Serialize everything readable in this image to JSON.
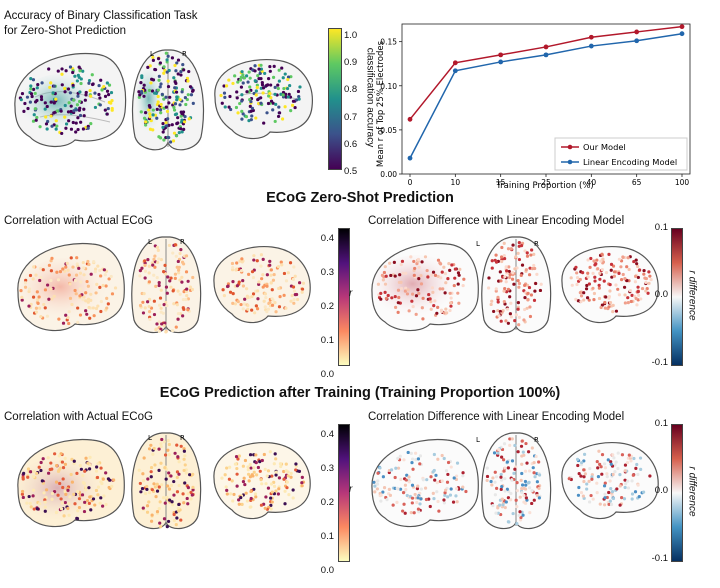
{
  "top": {
    "title_line1": "Accuracy of Binary Classification Task",
    "title_line2": "for Zero-Shot Prediction",
    "colorbar": {
      "label": "classification accuracy",
      "ticks": [
        "1.0",
        "0.9",
        "0.8",
        "0.7",
        "0.6",
        "0.5"
      ],
      "colors": [
        "#fde725",
        "#5ec962",
        "#21918c",
        "#3b528b",
        "#440154"
      ]
    },
    "hemisphere_left": "L",
    "hemisphere_right": "R"
  },
  "section1": {
    "heading": "ECoG Zero-Shot Prediction",
    "left_title": "Correlation with Actual ECoG",
    "right_title": "Correlation Difference with Linear Encoding Model",
    "r_label": "r",
    "r_ticks": [
      "0.4",
      "0.3",
      "0.2",
      "0.1",
      "0.0"
    ],
    "diff_label": "r difference",
    "diff_ticks": [
      "0.1",
      "0.0",
      "-0.1"
    ],
    "hemisphere_left": "L",
    "hemisphere_right": "R"
  },
  "section2": {
    "heading": "ECoG Prediction after Training (Training Proportion 100%)",
    "left_title": "Correlation with Actual ECoG",
    "right_title": "Correlation Difference with Linear Encoding Model",
    "r_label": "r",
    "r_ticks": [
      "0.4",
      "0.3",
      "0.2",
      "0.1",
      "0.0"
    ],
    "diff_label": "r difference",
    "diff_ticks": [
      "0.1",
      "0.0",
      "-0.1"
    ],
    "hemisphere_left": "L",
    "hemisphere_right": "R"
  },
  "chart_data": {
    "type": "line",
    "xlabel": "Training Proportion (%)",
    "ylabel": "Mean r of Top 25% Electrodes",
    "categories": [
      "0",
      "10",
      "15",
      "25",
      "40",
      "65",
      "100"
    ],
    "ylim": [
      0.0,
      0.17
    ],
    "yticks": [
      "0.00",
      "0.05",
      "0.10",
      "0.15"
    ],
    "grid": false,
    "legend_position": "lower-right",
    "series": [
      {
        "name": "Our Model",
        "color": "#b2182b",
        "values": [
          0.062,
          0.126,
          0.135,
          0.144,
          0.155,
          0.161,
          0.167
        ]
      },
      {
        "name": "Linear Encoding Model",
        "color": "#2166ac",
        "values": [
          0.018,
          0.117,
          0.127,
          0.135,
          0.145,
          0.151,
          0.159
        ]
      }
    ]
  }
}
